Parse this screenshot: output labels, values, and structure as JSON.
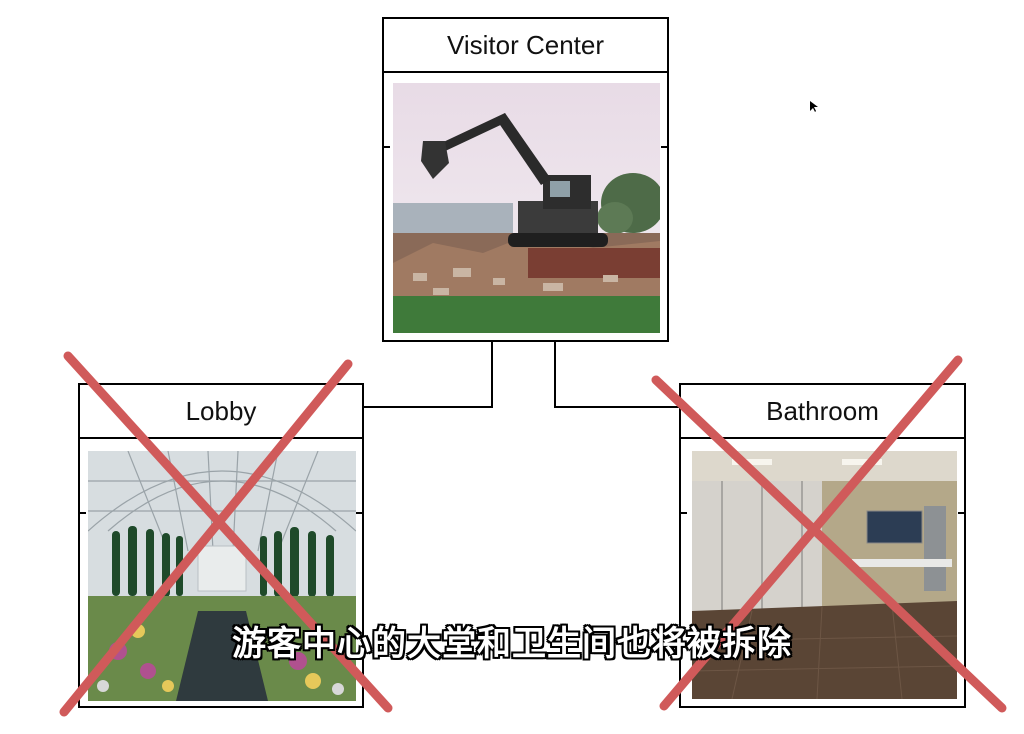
{
  "diagram": {
    "root": {
      "label": "Visitor Center",
      "image": "demolition-excavator-photo"
    },
    "children": [
      {
        "label": "Lobby",
        "image": "conservatory-garden-photo",
        "crossed_out": true
      },
      {
        "label": "Bathroom",
        "image": "restroom-stalls-photo",
        "crossed_out": true
      }
    ]
  },
  "subtitle": "游客中心的大堂和卫生间也将被拆除",
  "colors": {
    "cross": "#d05a5a",
    "line": "#000000"
  }
}
